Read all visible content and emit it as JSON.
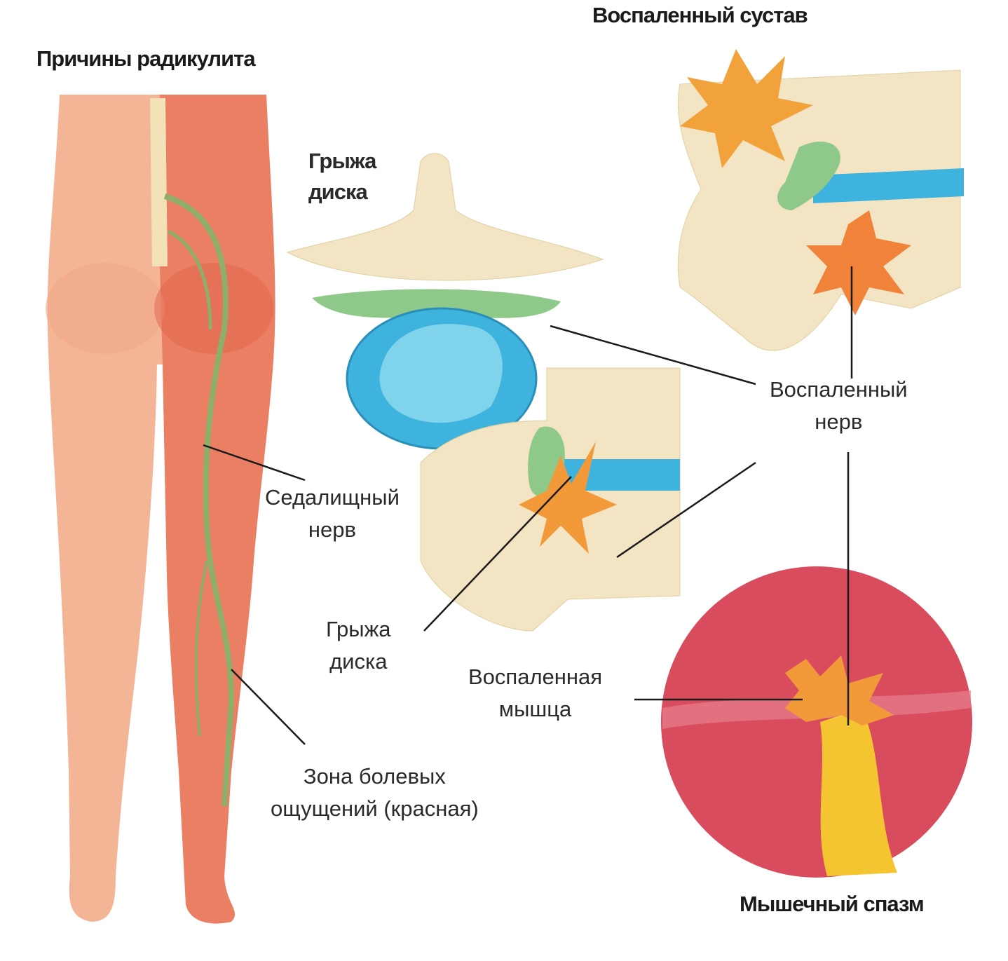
{
  "title_left": "Причины радикулита",
  "title_top_right": "Воспаленный сустав",
  "title_bottom_right": "Мышечный спазм",
  "labels": {
    "disc_herniation_top": [
      "Грыжа",
      "диска"
    ],
    "inflamed_nerve": [
      "Воспаленный",
      "нерв"
    ],
    "sciatic_nerve": [
      "Седалищный",
      "нерв"
    ],
    "disc_herniation_bottom": [
      "Грыжа",
      "диска"
    ],
    "inflamed_muscle": [
      "Воспаленная",
      "мышца"
    ],
    "pain_zone": [
      "Зона болевых",
      "ощущений (красная)"
    ]
  },
  "colors": {
    "skin": "#f4b596",
    "pain_zone": "#e9755b",
    "nerve": "#8fae6a",
    "disc": "#3db3de",
    "bone": "#f3e5c3",
    "muscle": "#d84c5e",
    "inflamed_nerve": "#f4c531"
  }
}
